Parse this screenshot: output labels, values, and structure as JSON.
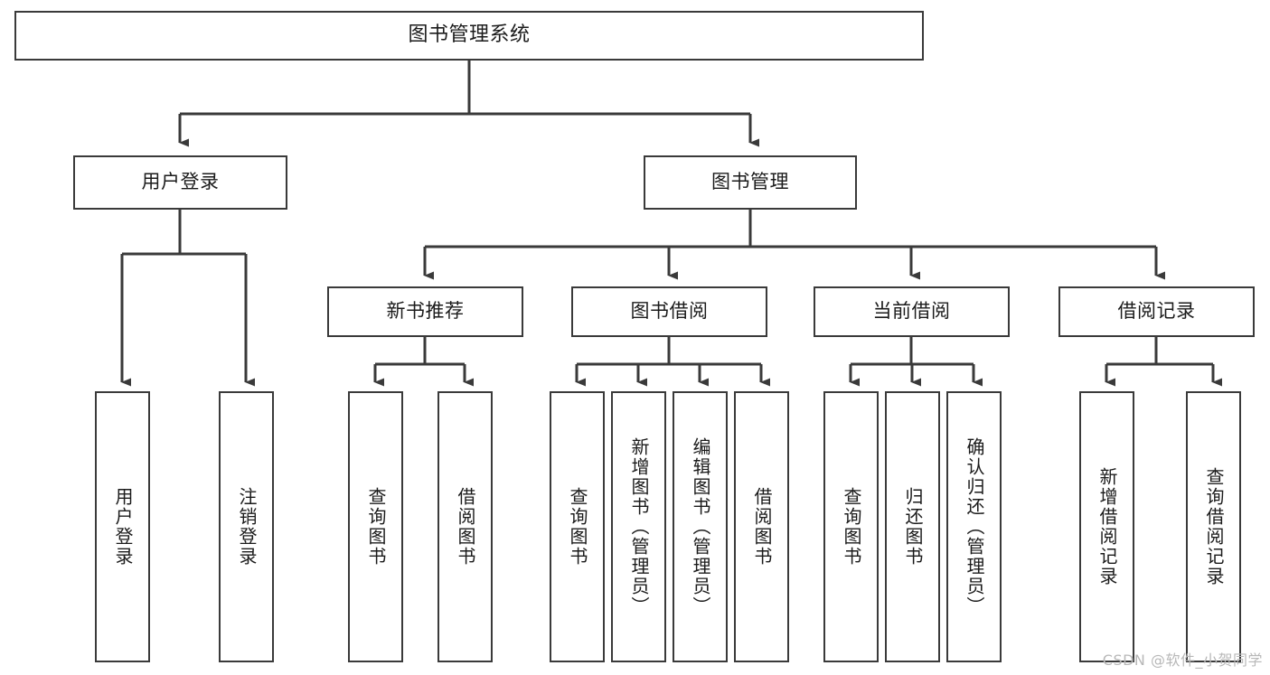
{
  "diagram": {
    "type": "tree-hierarchy",
    "title": "图书管理系统",
    "watermark": "CSDN @软件_小贺同学",
    "colors": {
      "background": "#ffffff",
      "border": "#3a3a3a",
      "text": "#1b1b1b",
      "connector": "#3a3a3a",
      "watermark": "#b8b8b8"
    },
    "levels": {
      "level1": [
        "图书管理系统"
      ],
      "level2": [
        "用户登录",
        "图书管理"
      ],
      "level3": [
        "新书推荐",
        "图书借阅",
        "当前借阅",
        "借阅记录"
      ],
      "level4": [
        "用户登录",
        "注销登录",
        "查询图书",
        "借阅图书",
        "查询图书",
        "新增图书（管理员）",
        "编辑图书（管理员）",
        "借阅图书",
        "查询图书",
        "归还图书",
        "确认归还（管理员）",
        "新增借阅记录",
        "查询借阅记录"
      ]
    },
    "nodes": {
      "root": {
        "label": "图书管理系统"
      },
      "user_login": {
        "label": "用户登录"
      },
      "book_manage": {
        "label": "图书管理"
      },
      "new_book_rec": {
        "label": "新书推荐"
      },
      "book_borrow": {
        "label": "图书借阅"
      },
      "current_borrow": {
        "label": "当前借阅"
      },
      "borrow_record": {
        "label": "借阅记录"
      },
      "leaf_user_login": {
        "label": "用户登录"
      },
      "leaf_user_logout": {
        "label": "注销登录"
      },
      "leaf_rec_query": {
        "label": "查询图书"
      },
      "leaf_rec_borrow": {
        "label": "借阅图书"
      },
      "leaf_bb_query": {
        "label": "查询图书"
      },
      "leaf_bb_add": {
        "label": "新增图书（管理员）"
      },
      "leaf_bb_edit": {
        "label": "编辑图书（管理员）"
      },
      "leaf_bb_borrow": {
        "label": "借阅图书"
      },
      "leaf_cb_query": {
        "label": "查询图书"
      },
      "leaf_cb_return": {
        "label": "归还图书"
      },
      "leaf_cb_confirm": {
        "label": "确认归还（管理员）"
      },
      "leaf_br_add": {
        "label": "新增借阅记录"
      },
      "leaf_br_query": {
        "label": "查询借阅记录"
      }
    }
  }
}
